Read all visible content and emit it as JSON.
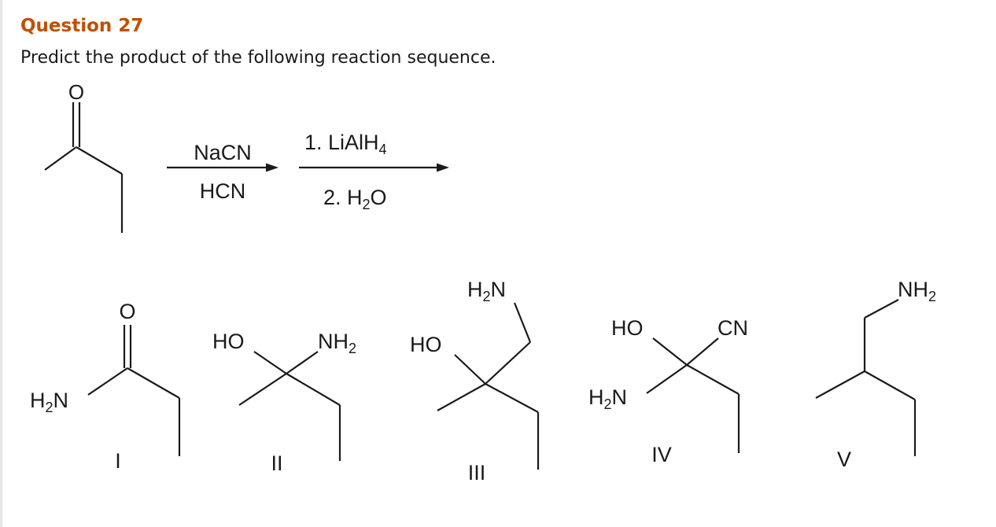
{
  "question": {
    "title": "Question 27",
    "prompt": "Predict the product of the following reaction sequence."
  },
  "reactant": {
    "atom_o": "O"
  },
  "step1": {
    "reagent_top": "NaCN",
    "reagent_bottom": "HCN"
  },
  "step2": {
    "line1_text": "1. LiAlH",
    "line1_sub": "4",
    "line2_pre": "2. H",
    "line2_sub": "2",
    "line2_post": "O"
  },
  "choices": [
    {
      "numeral": "I",
      "o": "O",
      "amine_pre": "H",
      "amine_sub": "2",
      "amine_post": "N"
    },
    {
      "numeral": "II",
      "oh": "HO",
      "amine_pre": "NH",
      "amine_sub": "2"
    },
    {
      "numeral": "III",
      "oh": "HO",
      "amine_pre": "H",
      "amine_sub": "2",
      "amine_post": "N"
    },
    {
      "numeral": "IV",
      "oh": "HO",
      "cn": "CN",
      "amine_pre": "H",
      "amine_sub": "2",
      "amine_post": "N"
    },
    {
      "numeral": "V",
      "amine_pre": "NH",
      "amine_sub": "2"
    }
  ],
  "colors": {
    "title": "#c24e00",
    "text": "#1a1a1a"
  }
}
